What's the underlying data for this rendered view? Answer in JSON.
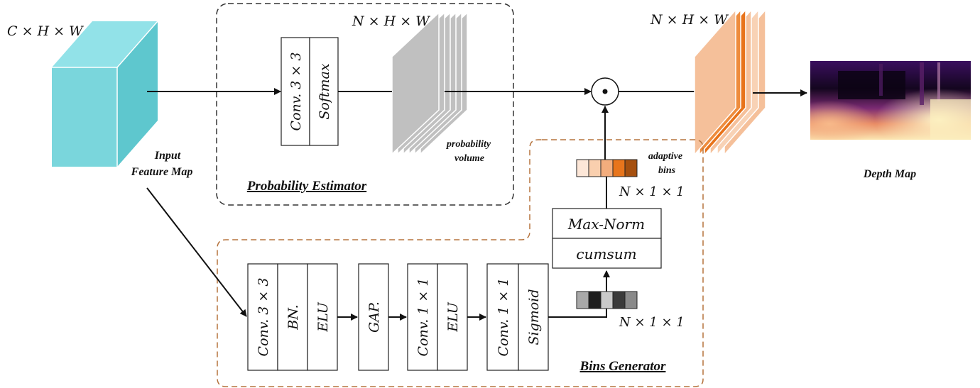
{
  "input": {
    "dims": "C × H × W",
    "label_line1": "Input",
    "label_line2": "Feature Map"
  },
  "probability_estimator": {
    "title": "Probability Estimator",
    "conv": "Conv. 3 × 3",
    "softmax": "Softmax",
    "volume_dims": "N × H × W",
    "volume_label_line1": "probability",
    "volume_label_line2": "volume"
  },
  "fusion": {
    "operator": "⊙"
  },
  "output_volume": {
    "dims": "N × H × W"
  },
  "depth_map": {
    "label": "Depth Map"
  },
  "bins_generator": {
    "title": "Bins Generator",
    "block1": [
      "Conv. 3 × 3",
      "BN.",
      "ELU"
    ],
    "block2": [
      "GAP."
    ],
    "block3": [
      "Conv. 1 × 1",
      "ELU"
    ],
    "block4": [
      "Conv. 1 × 1",
      "Sigmoid"
    ],
    "gray_dims": "N × 1 × 1",
    "norm": [
      "Max-Norm",
      "cumsum"
    ],
    "adaptive_dims": "N × 1 × 1",
    "adaptive_label_line1": "adaptive",
    "adaptive_label_line2": "bins"
  },
  "colors": {
    "cube_front": "#7ad6dc",
    "cube_top": "#92e2e8",
    "cube_side": "#5ec7ce",
    "prob_volume": "#c0c0c0",
    "output_volume_light": "#f5c09a",
    "output_volume_dark": "#e8731a",
    "estimator_border": "#333333",
    "bins_border": "#b5733d",
    "adaptive_bins": [
      "#fde7d8",
      "#f9cfae",
      "#f3ad7d",
      "#e8751c",
      "#a6500f"
    ],
    "gray_bins": [
      "#a9a9a9",
      "#1e1e1e",
      "#c9c9c9",
      "#3a3a3a",
      "#8a8a8a"
    ]
  }
}
